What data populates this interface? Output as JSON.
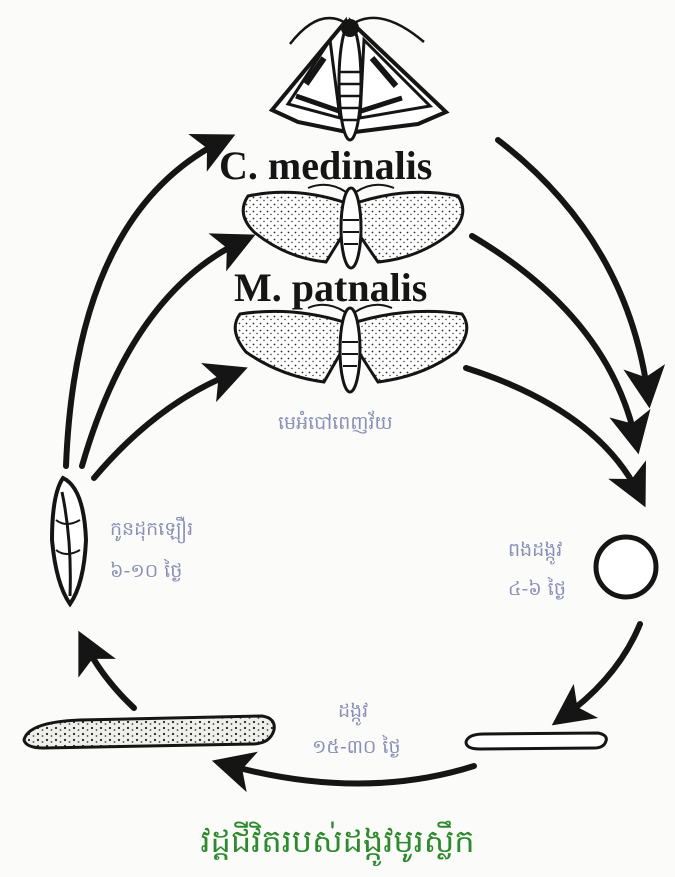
{
  "species": {
    "first": "C. medinalis",
    "second": "M. patnalis"
  },
  "stages": {
    "adult": {
      "label": "មេអំបៅពេញវ័យ"
    },
    "egg": {
      "label": "ពងដង្កូវ",
      "duration": "៤-៦ ថ្ងៃ"
    },
    "larva": {
      "label": "ដង្កូវ",
      "duration": "១៥-៣០ ថ្ងៃ"
    },
    "pupa": {
      "label": "កូនដុកឡឿរ",
      "duration": "៦-១០ ថ្ងៃ"
    }
  },
  "caption": "វដ្តជីវិតរបស់ដង្កូវមូរស្លឹក",
  "colors": {
    "ink": "#151515",
    "stage_text": "#8a8fb6",
    "caption": "#2f8a2f"
  }
}
